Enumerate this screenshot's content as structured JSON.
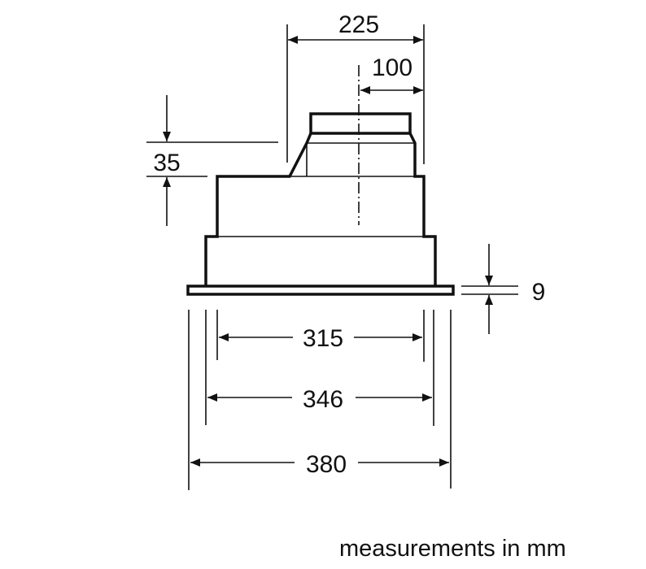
{
  "dimensions": {
    "overall_width_top": "225",
    "outlet_offset": "100",
    "step_height": "35",
    "flange_thickness": "9",
    "inner_width": "315",
    "middle_width": "346",
    "outer_width": "380"
  },
  "caption": "measurements in mm"
}
